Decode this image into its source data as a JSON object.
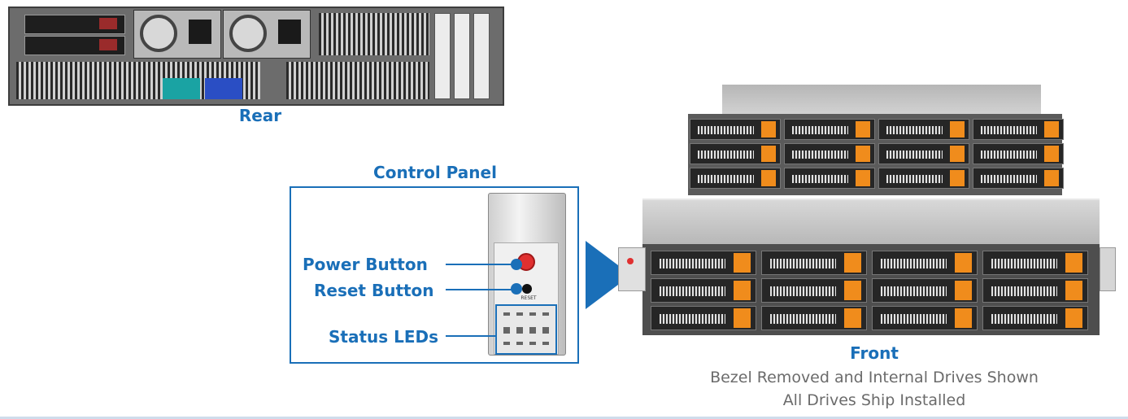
{
  "rear": {
    "label": "Rear"
  },
  "control_panel": {
    "title": "Control Panel",
    "callouts": [
      "Power Button",
      "Reset Button",
      "Status LEDs"
    ],
    "device_text": "RESET"
  },
  "front": {
    "label": "Front",
    "caption_line1": "Bezel Removed and Internal Drives Shown",
    "caption_line2": "All Drives Ship Installed"
  },
  "colors": {
    "accent_blue": "#1a6fb8",
    "drive_tab_orange": "#f08c1c",
    "caption_gray": "#6b6b6b",
    "power_red": "#e03030"
  },
  "icons": [
    "power-icon",
    "reset-icon",
    "status-led-icons",
    "arrow-right-icon"
  ]
}
